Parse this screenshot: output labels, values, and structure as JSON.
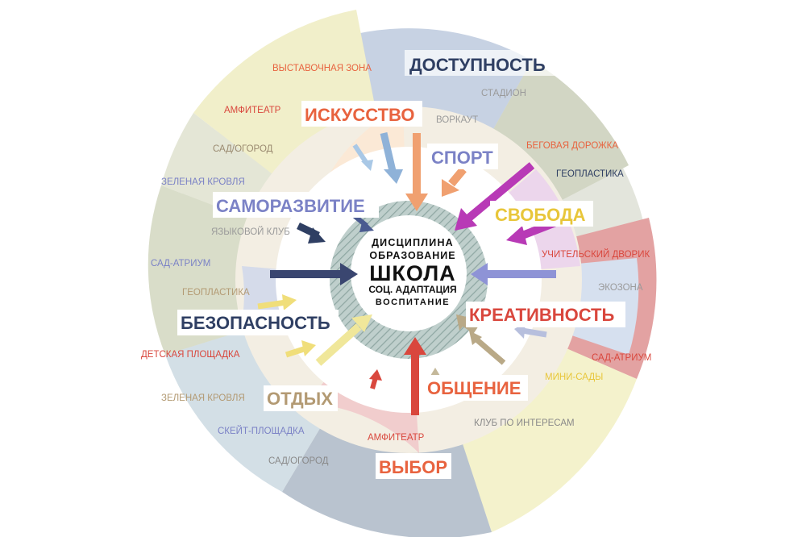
{
  "center": {
    "lines": [
      "ДИСЦИПЛИНА",
      "ОБРАЗОВАНИЕ",
      "ШКОЛА",
      "СОЦ. АДАПТАЦИЯ",
      "ВОСПИТАНИЕ"
    ]
  },
  "categories": [
    {
      "text": "ДОСТУПНОСТЬ",
      "color": "#2f3f63"
    },
    {
      "text": "ИСКУССТВО",
      "color": "#e8633f"
    },
    {
      "text": "СПОРТ",
      "color": "#7b82c6"
    },
    {
      "text": "САМОРАЗВИТИЕ",
      "color": "#7b82c6"
    },
    {
      "text": "СВОБОДА",
      "color": "#e8c63a"
    },
    {
      "text": "БЕЗОПАСНОСТЬ",
      "color": "#2f3f63"
    },
    {
      "text": "КРЕАТИВНОСТЬ",
      "color": "#d9473d"
    },
    {
      "text": "ОТДЫХ",
      "color": "#b39a73"
    },
    {
      "text": "ОБЩЕНИЕ",
      "color": "#e8633f"
    },
    {
      "text": "ВЫБОР",
      "color": "#e8633f"
    }
  ],
  "labels": [
    {
      "text": "ВЫСТАВОЧНАЯ ЗОНА",
      "color": "#e8633f"
    },
    {
      "text": "СТАДИОН",
      "color": "#9a9a9a"
    },
    {
      "text": "АМФИТЕАТР",
      "color": "#d9473d"
    },
    {
      "text": "ВОРКАУТ",
      "color": "#9a9a9a"
    },
    {
      "text": "САД/ОГОРОД",
      "color": "#9a8a70"
    },
    {
      "text": "БЕГОВАЯ ДОРОЖКА",
      "color": "#e8633f"
    },
    {
      "text": "ЗЕЛЕНАЯ КРОВЛЯ",
      "color": "#7b82c6"
    },
    {
      "text": "ГЕОПЛАСТИКА",
      "color": "#2f3f63"
    },
    {
      "text": "ЯЗЫКОВОЙ КЛУБ",
      "color": "#9a9a9a"
    },
    {
      "text": "САД-АТРИУМ",
      "color": "#7b82c6"
    },
    {
      "text": "УЧИТЕЛЬСКИЙ ДВОРИК",
      "color": "#d9473d"
    },
    {
      "text": "ГЕОПЛАСТИКА",
      "color": "#b39a73"
    },
    {
      "text": "ЭКОЗОНА",
      "color": "#9a9a9a"
    },
    {
      "text": "ДЕТСКАЯ ПЛОЩАДКА",
      "color": "#d9473d"
    },
    {
      "text": "САД-АТРИУМ",
      "color": "#d9473d"
    },
    {
      "text": "МИНИ-САДЫ",
      "color": "#e8c63a"
    },
    {
      "text": "ЗЕЛЕНАЯ КРОВЛЯ",
      "color": "#b39a73"
    },
    {
      "text": "КЛУБ ПО ИНТЕРЕСАМ",
      "color": "#8a8a8a"
    },
    {
      "text": "СКЕЙТ-ПЛОЩАДКА",
      "color": "#7b82c6"
    },
    {
      "text": "АМФИТЕАТР",
      "color": "#d9473d"
    },
    {
      "text": "САД/ОГОРОД",
      "color": "#8a8a8a"
    }
  ]
}
